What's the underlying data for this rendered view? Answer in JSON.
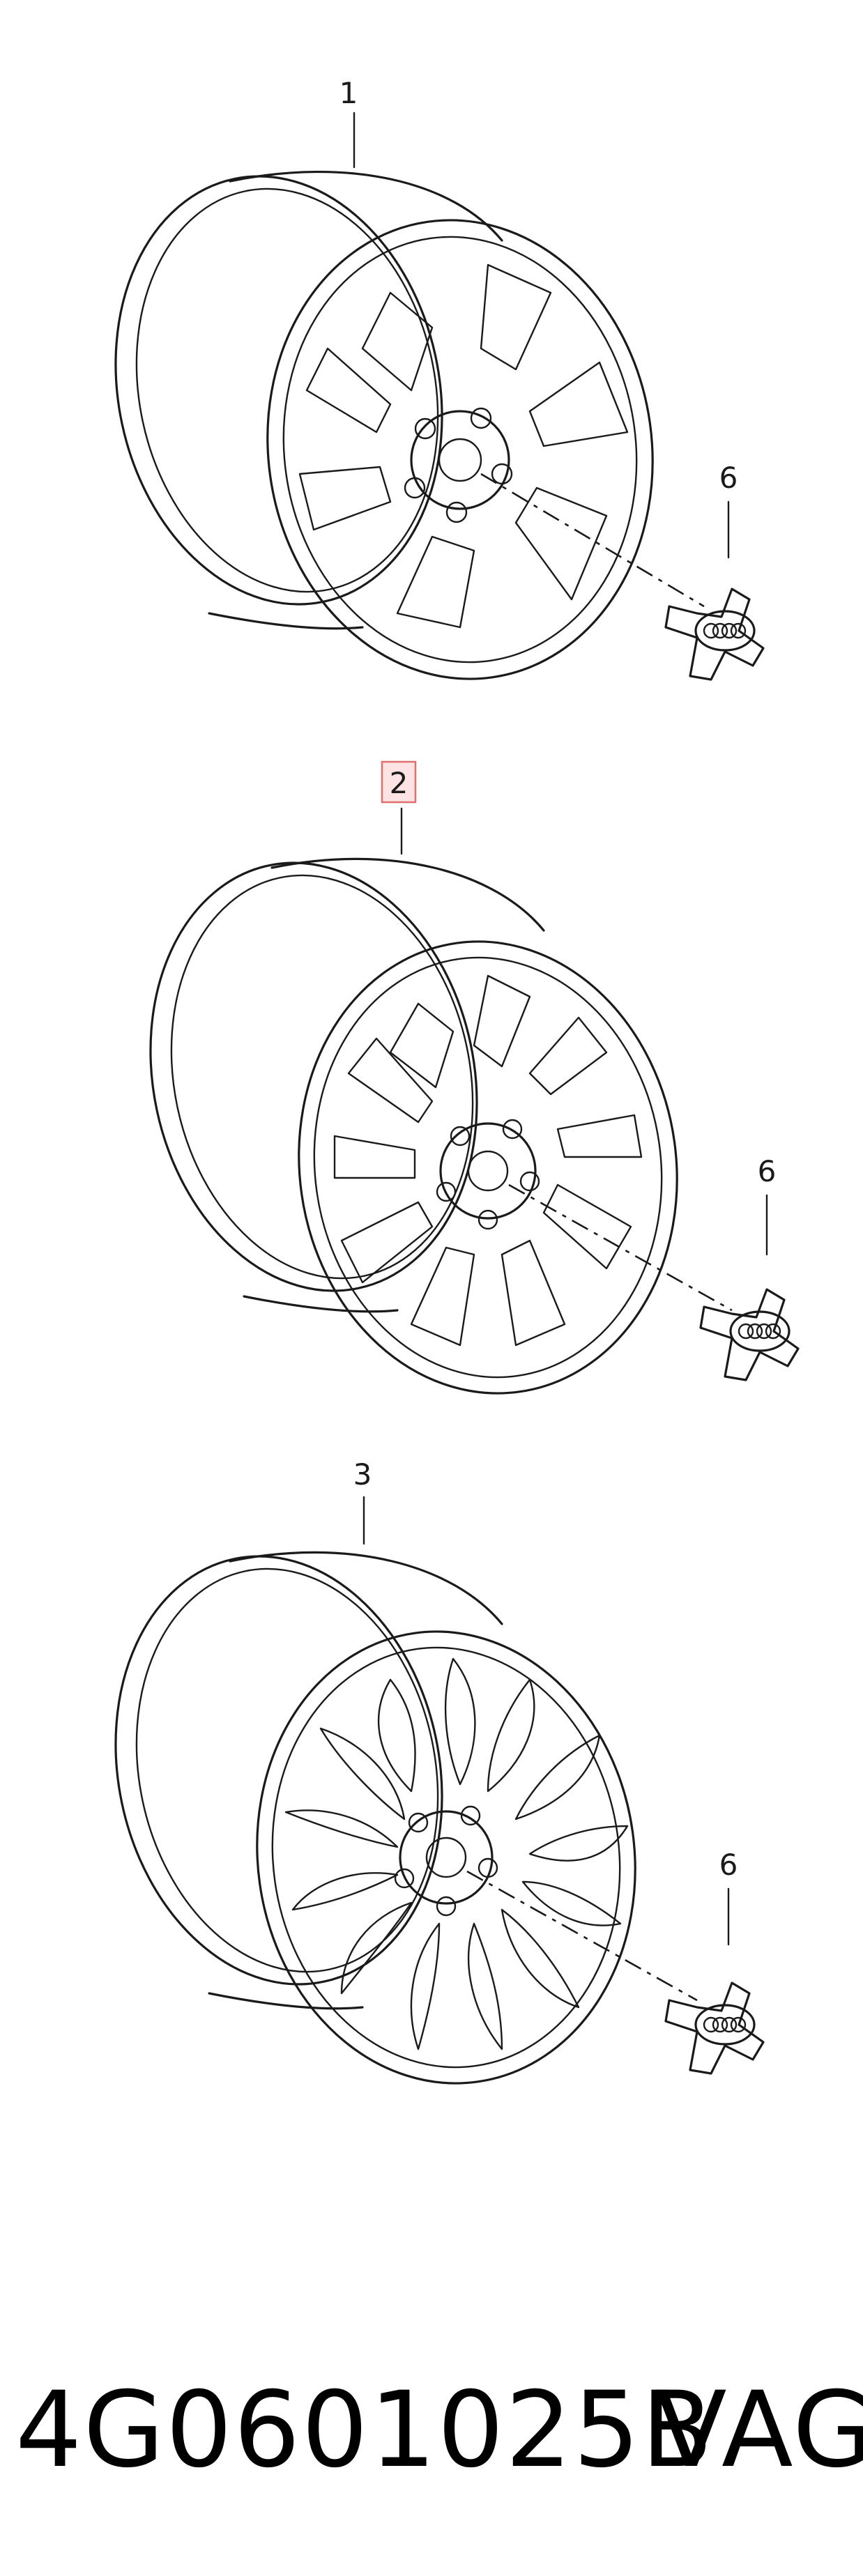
{
  "callouts": {
    "wheel_1": "1",
    "wheel_2": "2",
    "wheel_3": "3",
    "cap_a": "6",
    "cap_b": "6",
    "cap_c": "6"
  },
  "footer": {
    "part_number": "4G0601025B",
    "brand": "VAG"
  },
  "colors": {
    "line": "#1a1a1a",
    "highlight_fill": "#fde3e3",
    "highlight_border": "#e07070"
  }
}
